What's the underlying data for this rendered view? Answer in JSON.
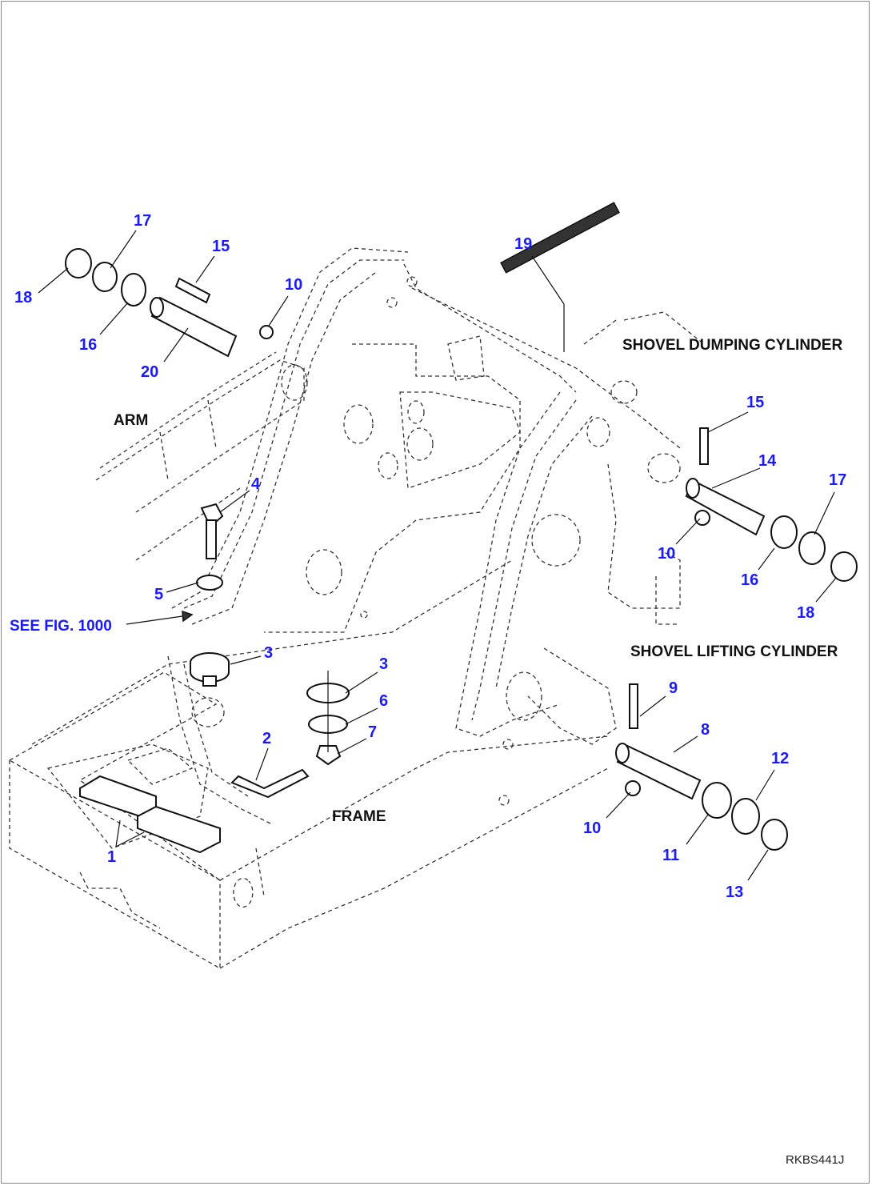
{
  "labels": {
    "arm": "ARM",
    "frame": "FRAME",
    "dumping": "SHOVEL DUMPING CYLINDER",
    "lifting": "SHOVEL LIFTING CYLINDER",
    "see_fig": "SEE FIG. 1000",
    "drawing_code": "RKBS441J"
  },
  "callouts": {
    "c1": "1",
    "c2": "2",
    "c3a": "3",
    "c3b": "3",
    "c4": "4",
    "c5": "5",
    "c6": "6",
    "c7": "7",
    "c8": "8",
    "c9": "9",
    "c10a": "10",
    "c10b": "10",
    "c10c": "10",
    "c11": "11",
    "c12": "12",
    "c13": "13",
    "c14": "14",
    "c15a": "15",
    "c15b": "15",
    "c16a": "16",
    "c16b": "16",
    "c17a": "17",
    "c17b": "17",
    "c18a": "18",
    "c18b": "18",
    "c19": "19",
    "c20": "20"
  },
  "colors": {
    "callout": "#1a1aff",
    "line": "#222222",
    "border": "#888888"
  }
}
